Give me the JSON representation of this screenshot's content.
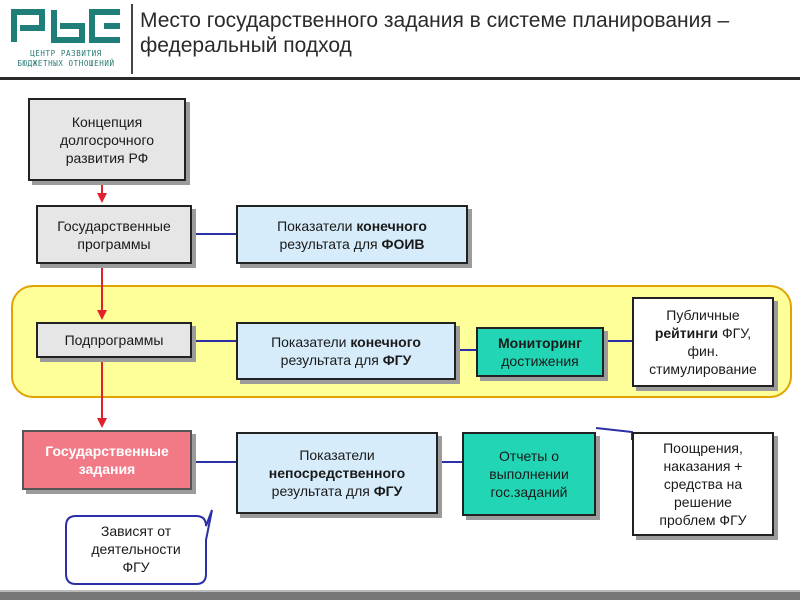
{
  "header": {
    "logo_text": "рбс",
    "logo_subtitle_1": "ЦЕНТР РАЗВИТИЯ",
    "logo_subtitle_2": "БЮДЖЕТНЫХ ОТНОШЕНИЙ",
    "title": "Место государственного задания в системе планирования – федеральный подход"
  },
  "boxes": {
    "concept": [
      "Концепция",
      "долгосрочного",
      "развития РФ"
    ],
    "gos_programs": [
      "Государственные",
      "программы"
    ],
    "foiv_indicators": {
      "pre": "Показатели ",
      "bold1": "конечного",
      "line2_pre": "результата для ",
      "bold2": "ФОИВ"
    },
    "subprograms": "Подпрограммы",
    "fgu_indicators": {
      "pre": "Показатели ",
      "bold1": "конечного",
      "line2_pre": "результата для ",
      "bold2": "ФГУ"
    },
    "monitoring": {
      "bold": "Мониторинг",
      "rest": "достижения"
    },
    "public_ratings": {
      "l1": "Публичные",
      "bold": "рейтинги",
      "l2_rest": " ФГУ,",
      "l3": "фин.",
      "l4": "стимулирование"
    },
    "gos_tasks": [
      "Государственные",
      "задания"
    ],
    "direct_indicators": {
      "l1": "Показатели",
      "bold": "непосредственного",
      "l3_pre": "результата для ",
      "l3_bold": "ФГУ"
    },
    "reports": [
      "Отчеты о",
      "выполнении",
      "гос.заданий"
    ],
    "rewards": [
      "Поощрения,",
      "наказания +",
      "средства на",
      "решение",
      "проблем ФГУ"
    ],
    "callout": [
      "Зависят от",
      "деятельности",
      "ФГУ"
    ]
  },
  "colors": {
    "band_fill": "#ffff99",
    "band_border": "#e0a400",
    "arrow": "#e0202a",
    "connector": "#2b2fa8",
    "gos_tasks_fill": "#f27a86",
    "monitoring_fill": "#22d6b5",
    "indicator_fill": "#d6ecfa"
  }
}
